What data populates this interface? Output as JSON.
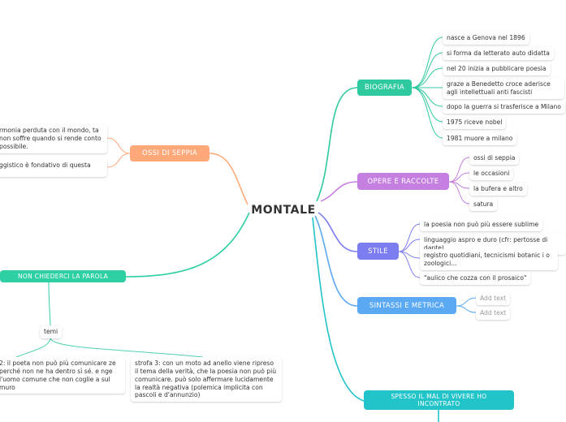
{
  "colors": {
    "biografia": "#2fc9a0",
    "opere": "#c57fe0",
    "stile": "#7c7ef0",
    "sintassi": "#5aa9f2",
    "spesso": "#23c4c9",
    "ossi": "#ffa97a",
    "nonchiederci": "#2fcfa4",
    "temi": "#4fd1b1"
  },
  "root": {
    "label": "MONTALE"
  },
  "branches": {
    "biografia": {
      "label": "BIOGRAFIA",
      "items": [
        "nasce a Genova nel 1896",
        "si forma da letterato auto didatta",
        "nel 20 inizia a pubblicare poesia",
        "graze a Benedetto croce aderisce agli intellettuali anti fascisti",
        "dopo la guerra si trasferisce a Milano",
        "1975 riceve nobel",
        "1981 muore a milano"
      ]
    },
    "opere": {
      "label": "OPERE E RACCOLTE",
      "items": [
        "ossi di seppia",
        "le occasioni",
        "la bufera e altro",
        "satura"
      ]
    },
    "stile": {
      "label": "STILE",
      "items": [
        "la poesia non può più essere sublime",
        "linguaggio aspro e duro (cfr: pertosse di dante)",
        "registro quotidiani, tecnicismi botanic i o zoologici...",
        "\"aulico che cozza con il prosaico\""
      ]
    },
    "sintassi": {
      "label": "SINTASSI E METRICA",
      "items": [
        "Add text",
        "Add text"
      ]
    },
    "spesso": {
      "label": "SPESSO IL MAL DI VIVERE HO INCONTRATO"
    },
    "ossi": {
      "label": "OSSI DI SEPPIA",
      "items": [
        "rmonia perduta con il mondo, ta non soffre quando si rende conto possibile.",
        "ggistico è fondativo di questa"
      ]
    },
    "nonchiederci": {
      "label": "NON CHIEDERCI LA PAROLA",
      "temi": {
        "label": "temi",
        "items": [
          "2: il poeta non può più comunicare ze perché non ne ha dentro sì sé. e nge l'uomo comune che non coglie a sul muro",
          "strofa 3: con un moto ad anello viene ripreso il tema della verità, che la poesia non può più comunicare. può solo affermare lucidamente la realtà negativa (polemica implicita con pascoli e d'annunzio)"
        ]
      }
    }
  }
}
